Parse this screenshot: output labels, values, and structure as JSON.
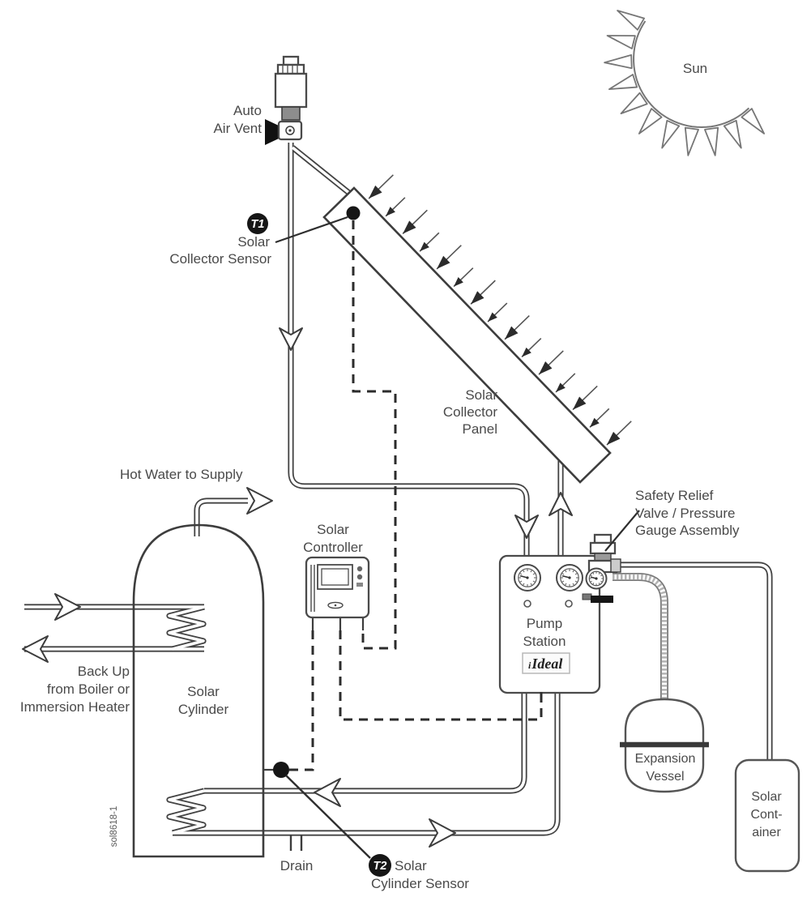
{
  "title": "Solar heating system schematic",
  "colors": {
    "line": "#434343",
    "text": "#4a4a4a",
    "badge_fill": "#161616",
    "background": "#ffffff"
  },
  "labels": {
    "sun": "Sun",
    "auto_air_vent_1": "Auto",
    "auto_air_vent_2": "Air Vent",
    "t1_badge": "T1",
    "t1_line1": "Solar",
    "t1_line2": "Collector Sensor",
    "panel_1": "Solar",
    "panel_2": "Collector",
    "panel_3": "Panel",
    "hot_water": "Hot Water to Supply",
    "controller_1": "Solar",
    "controller_2": "Controller",
    "safety_1": "Safety Relief",
    "safety_2": "Valve / Pressure",
    "safety_3": "Gauge Assembly",
    "pump_1": "Pump",
    "pump_2": "Station",
    "brand_prefix": "i",
    "brand": "Ideal",
    "backup_1": "Back Up",
    "backup_2": "from Boiler or",
    "backup_3": "Immersion Heater",
    "cylinder_1": "Solar",
    "cylinder_2": "Cylinder",
    "expansion_1": "Expansion",
    "expansion_2": "Vessel",
    "container_1": "Solar",
    "container_2": "Cont-",
    "container_3": "ainer",
    "drain": "Drain",
    "t2_badge": "T2",
    "t2_line1": "Solar",
    "t2_line2": "Cylinder Sensor",
    "code": "sol8618-1"
  }
}
